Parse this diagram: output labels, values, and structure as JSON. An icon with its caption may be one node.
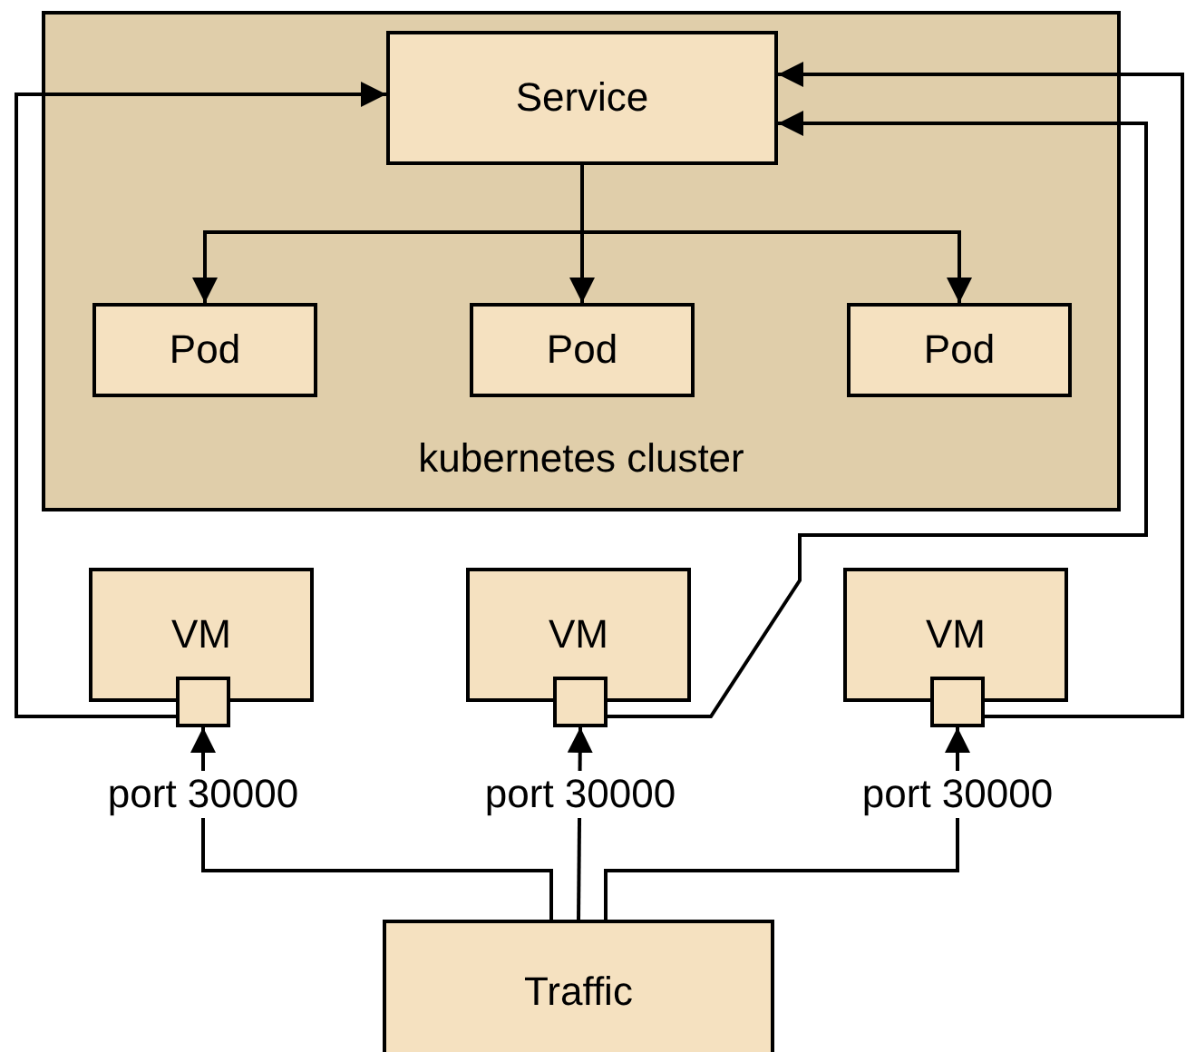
{
  "diagram": {
    "nodes": [
      {
        "text": [
          "kubernetes cluster"
        ]
      },
      {
        "text": [
          "Service"
        ],
        "in": 0
      },
      {
        "text": [
          "Pod"
        ],
        "in": 0
      },
      {
        "text": [
          "Pod"
        ],
        "in": 0
      },
      {
        "text": [
          "Pod"
        ],
        "in": 0
      },
      {
        "text": [
          "VM"
        ]
      },
      {
        "text": [
          "VM"
        ]
      },
      {
        "text": [
          "VM"
        ]
      },
      {
        "text": [],
        "shape": "box",
        "beside": [
          "port 30000"
        ]
      },
      {
        "text": [],
        "shape": "box",
        "beside": [
          "port 30000"
        ]
      },
      {
        "text": [],
        "shape": "box",
        "beside": [
          "port 30000"
        ]
      },
      {
        "text": [
          "Traffic"
        ]
      }
    ],
    "edges": [
      {
        "from": 1,
        "to": 2,
        "arrow": "to"
      },
      {
        "from": 1,
        "to": 3,
        "arrow": "to"
      },
      {
        "from": 1,
        "to": 4,
        "arrow": "to"
      },
      {
        "from": 8,
        "to": 1,
        "arrow": "to"
      },
      {
        "from": 9,
        "to": 1,
        "arrow": "to"
      },
      {
        "from": 10,
        "to": 1,
        "arrow": "to"
      },
      {
        "from": 11,
        "to": 8,
        "arrow": "to"
      },
      {
        "from": 11,
        "to": 9,
        "arrow": "to"
      },
      {
        "from": 11,
        "to": 10,
        "arrow": "to"
      }
    ]
  }
}
